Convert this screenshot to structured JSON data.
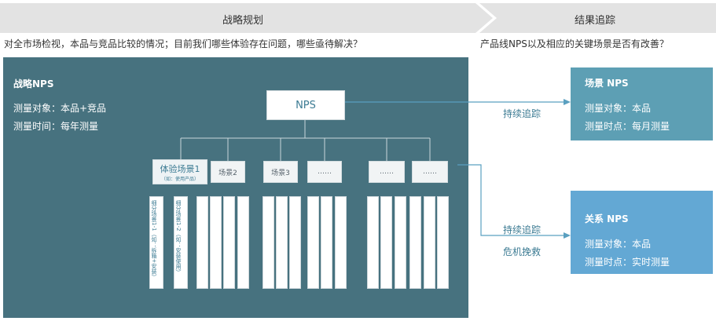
{
  "header": {
    "left_label": "战略规划",
    "right_label": "结果追踪"
  },
  "questions": {
    "left": "对全市场检视，本品与竞品比较的情况；目前我们哪些体验存在问题，哪些亟待解决？",
    "right": "产品线NPS以及相应的关键场景是否有改善？"
  },
  "strategy_panel": {
    "title": "战略NPS",
    "object_label": "测量对象：本品+竞品",
    "time_label": "测量时间：每年测量"
  },
  "tree": {
    "root": "NPS",
    "scene1_title": "体验场景1",
    "scene1_sub": "（如：使用产品）",
    "scene2": "场景2",
    "scene3": "场景3",
    "ellipsis": "……",
    "leaf1_text": "细分场景1-1（如：拆箱+安装）",
    "leaf2_text": "细分场景1-2（如：安装使用）"
  },
  "arrows": {
    "track_top": "持续追踪",
    "track_bottom": "持续追踪",
    "rescue": "危机挽救"
  },
  "scene_panel": {
    "title": "场景 NPS",
    "object_label": "测量对象：本品",
    "time_label": "测量时点：每月测量"
  },
  "relation_panel": {
    "title": "关系 NPS",
    "object_label": "测量对象：本品",
    "time_label": "测量时点：实时测量"
  },
  "colors": {
    "header_bg": "#e3e3e3",
    "strategy_panel": "#47727f",
    "scene_panel": "#5d9fb4",
    "relation_panel": "#63a8d4",
    "accent": "#3c7b93",
    "arrow": "#5aa0c0"
  }
}
